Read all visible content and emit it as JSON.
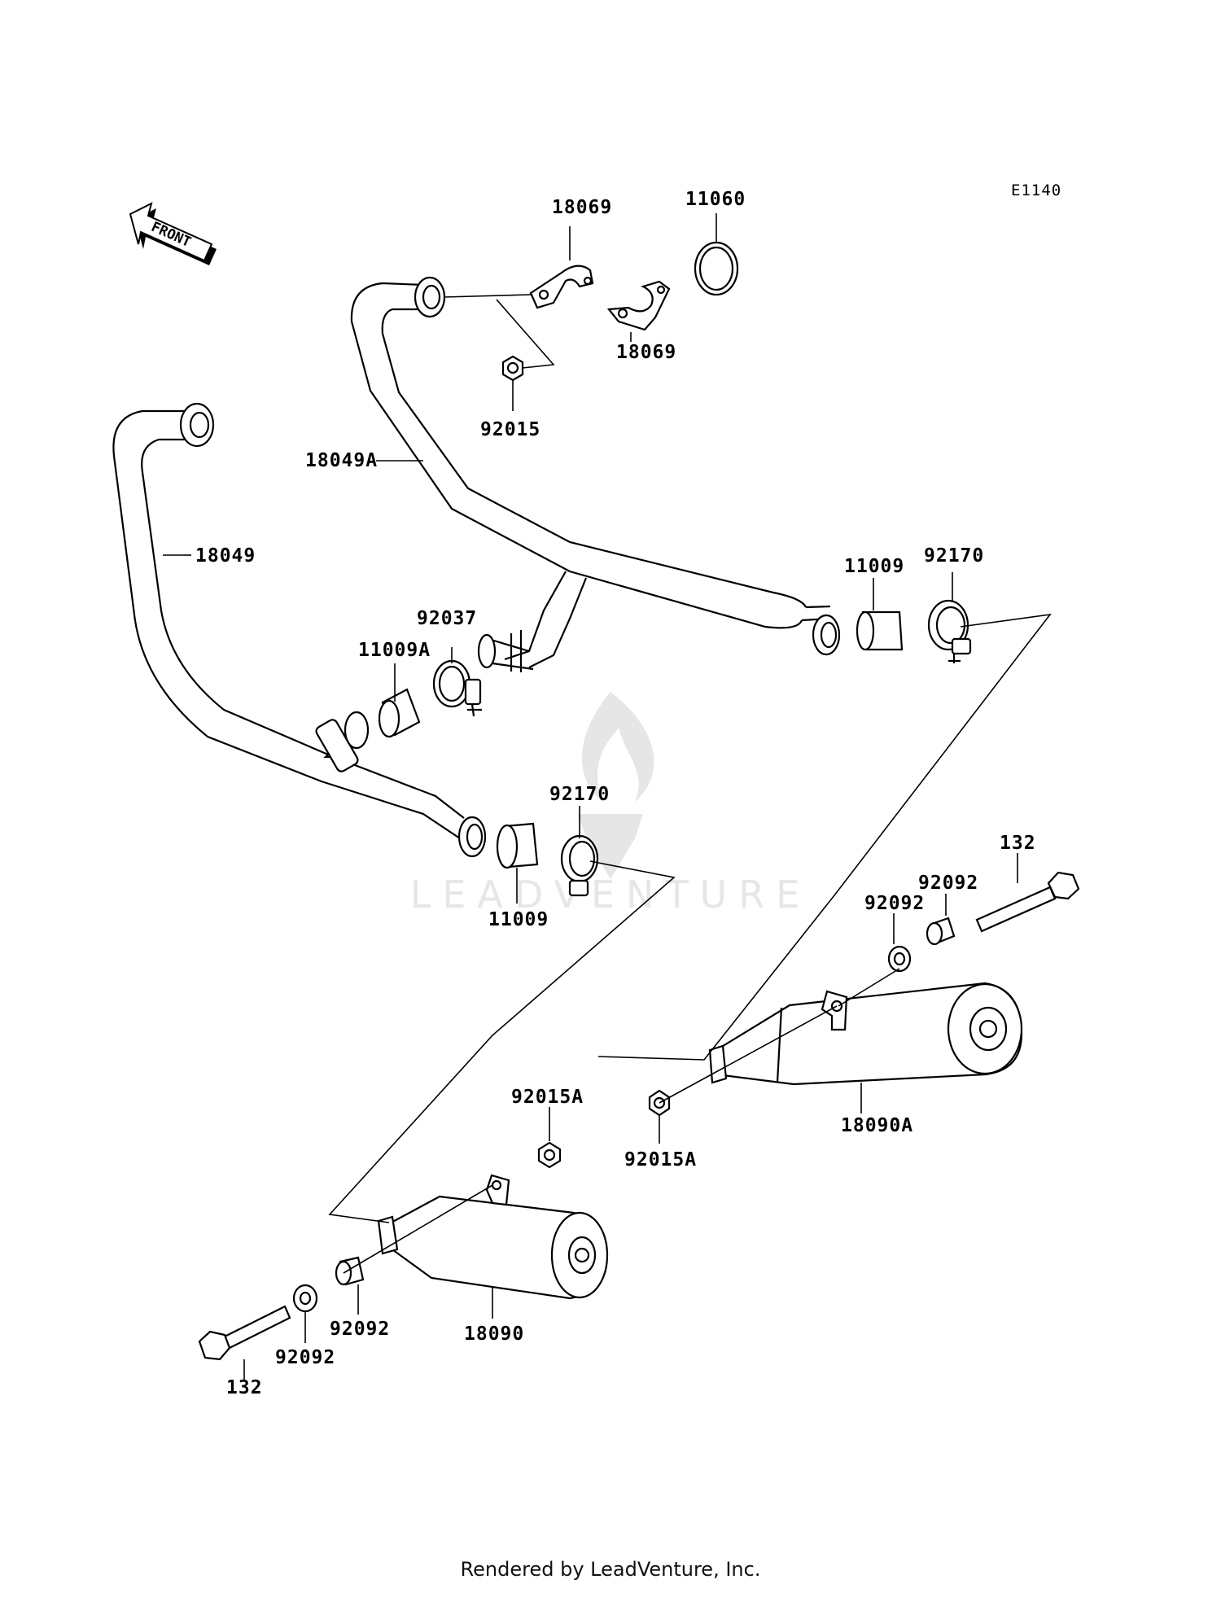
{
  "diagram_code": "E1140",
  "front_label": "FRONT",
  "watermark": "LEADVENTURE",
  "footer": "Rendered by LeadVenture, Inc.",
  "labels": {
    "p18069_top": "18069",
    "p11060": "11060",
    "p18069_bottom": "18069",
    "p92015": "92015",
    "p18049A": "18049A",
    "p18049": "18049",
    "p11009_right": "11009",
    "p92170_right": "92170",
    "p92037": "92037",
    "p11009A": "11009A",
    "p92170_mid": "92170",
    "p11009_mid": "11009",
    "p132_right": "132",
    "p92092_r1": "92092",
    "p92092_r2": "92092",
    "p92015A_top": "92015A",
    "p92015A_right": "92015A",
    "p18090A": "18090A",
    "p92092_l1": "92092",
    "p92092_l2": "92092",
    "p18090": "18090",
    "p132_left": "132"
  }
}
